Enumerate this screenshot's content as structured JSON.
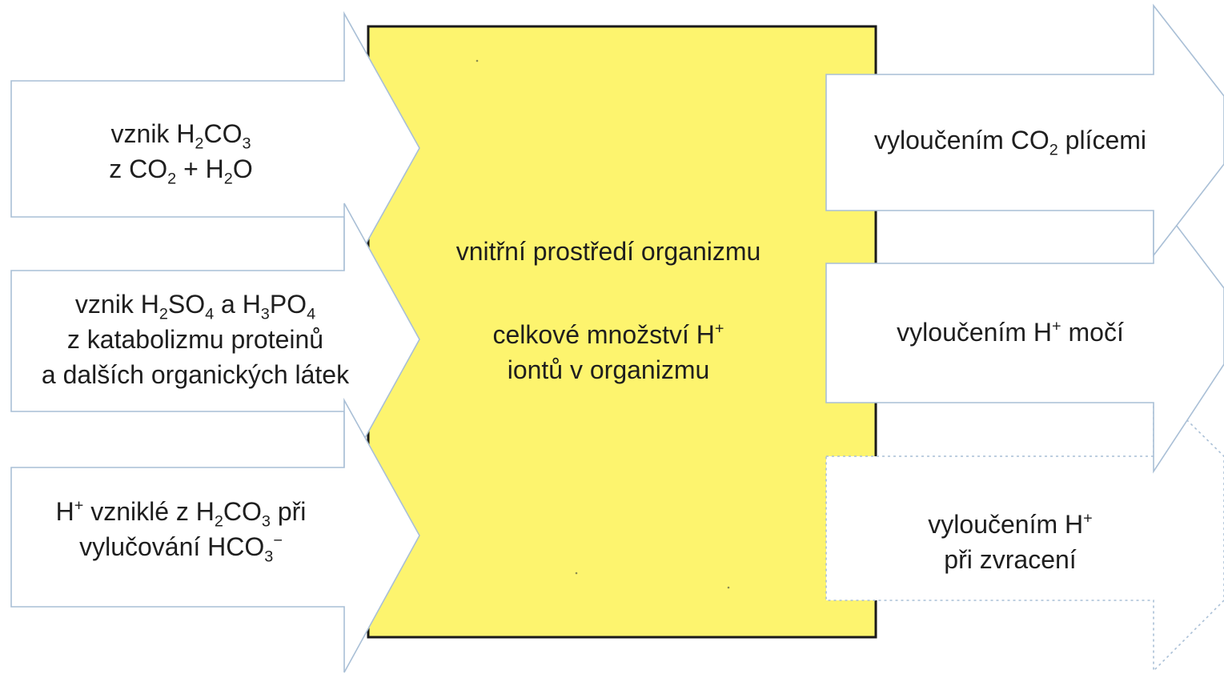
{
  "center": {
    "heading": "vnitřní prostředí organizmu",
    "amount_pre": "celkové množství H",
    "amount_sup": "+",
    "amount_post": "iontů v organizmu"
  },
  "inputs": [
    {
      "l1_a": "vznik H",
      "l1_s1": "2",
      "l1_b": "CO",
      "l1_s2": "3",
      "l2_a": "z CO",
      "l2_s1": "2",
      "l2_b": " + H",
      "l2_s2": "2",
      "l2_c": "O"
    },
    {
      "l1_a": "vznik H",
      "l1_s1": "2",
      "l1_b": "SO",
      "l1_s2": "4",
      "l1_c": " a H",
      "l1_s3": "3",
      "l1_d": "PO",
      "l1_s4": "4",
      "l2": "z katabolizmu proteinů",
      "l3": "a dalších organických látek"
    },
    {
      "l1_a": "H",
      "l1_sup": "+",
      "l1_b": " vzniklé z H",
      "l1_s1": "2",
      "l1_c": "CO",
      "l1_s2": "3",
      "l1_d": " při",
      "l2_a": "vylučování HCO",
      "l2_sub": "3",
      "l2_sup": "−"
    }
  ],
  "outputs": [
    {
      "a": "vyloučením CO",
      "sub": "2",
      "b": " plícemi"
    },
    {
      "a": "vyloučením H",
      "sup": "+",
      "b": " močí"
    },
    {
      "l1_a": "vyloučením H",
      "l1_sup": "+",
      "l2": "při zvracení"
    }
  ],
  "colors": {
    "box_fill": "#fdf46e",
    "box_border": "#1a1a1a",
    "arrow_stroke": "#a9bfd6",
    "arrow_fill": "#ffffff",
    "text": "#1e1e1e"
  }
}
